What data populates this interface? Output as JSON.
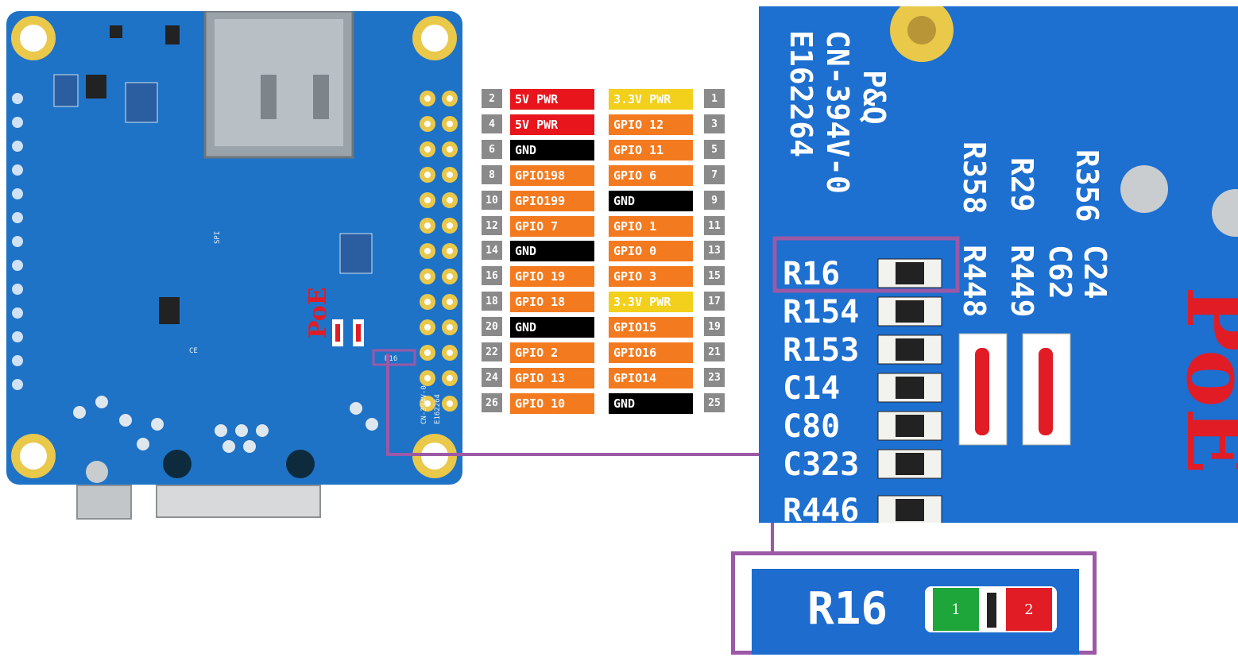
{
  "board": {
    "sd_label": "SPI",
    "poe_label": "PoE",
    "ce_label": "CE",
    "pinout_marker": "R16",
    "pcb_code": "E162264",
    "pcb_code2": "CN-394V-0"
  },
  "pinout": {
    "rows": [
      {
        "left_num": "2",
        "left_label": "5V PWR",
        "left_color": "#e8151d",
        "right_label": "3.3V PWR",
        "right_color": "#f2d01b",
        "right_num": "1"
      },
      {
        "left_num": "4",
        "left_label": "5V PWR",
        "left_color": "#e8151d",
        "right_label": "GPIO 12",
        "right_color": "#f47a1f",
        "right_num": "3"
      },
      {
        "left_num": "6",
        "left_label": "GND",
        "left_color": "#000000",
        "right_label": "GPIO 11",
        "right_color": "#f47a1f",
        "right_num": "5"
      },
      {
        "left_num": "8",
        "left_label": "GPIO198",
        "left_color": "#f47a1f",
        "right_label": "GPIO 6",
        "right_color": "#f47a1f",
        "right_num": "7"
      },
      {
        "left_num": "10",
        "left_label": "GPIO199",
        "left_color": "#f47a1f",
        "right_label": "GND",
        "right_color": "#000000",
        "right_num": "9"
      },
      {
        "left_num": "12",
        "left_label": "GPIO 7",
        "left_color": "#f47a1f",
        "right_label": "GPIO 1",
        "right_color": "#f47a1f",
        "right_num": "11"
      },
      {
        "left_num": "14",
        "left_label": "GND",
        "left_color": "#000000",
        "right_label": "GPIO 0",
        "right_color": "#f47a1f",
        "right_num": "13"
      },
      {
        "left_num": "16",
        "left_label": "GPIO 19",
        "left_color": "#f47a1f",
        "right_label": "GPIO 3",
        "right_color": "#f47a1f",
        "right_num": "15"
      },
      {
        "left_num": "18",
        "left_label": "GPIO 18",
        "left_color": "#f47a1f",
        "right_label": "3.3V PWR",
        "right_color": "#f2d01b",
        "right_num": "17"
      },
      {
        "left_num": "20",
        "left_label": "GND",
        "left_color": "#000000",
        "right_label": "GPIO15",
        "right_color": "#f47a1f",
        "right_num": "19"
      },
      {
        "left_num": "22",
        "left_label": "GPIO 2",
        "left_color": "#f47a1f",
        "right_label": "GPIO16",
        "right_color": "#f47a1f",
        "right_num": "21"
      },
      {
        "left_num": "24",
        "left_label": "GPIO 13",
        "left_color": "#f47a1f",
        "right_label": "GPIO14",
        "right_color": "#f47a1f",
        "right_num": "23"
      },
      {
        "left_num": "26",
        "left_label": "GPIO 10",
        "left_color": "#f47a1f",
        "right_label": "GND",
        "right_color": "#000000",
        "right_num": "25"
      }
    ]
  },
  "zoom": {
    "component_labels": [
      "R16",
      "R154",
      "R153",
      "C14",
      "C80",
      "C323",
      "R446"
    ],
    "vertical_labels": [
      "R358",
      "R29",
      "R356",
      "R448",
      "R449",
      "C62",
      "C24"
    ],
    "pcb_text_1": "E162264",
    "pcb_text_2": "CN-394V-0",
    "pcb_text_3": "P&Q",
    "poe_label": "PoE"
  },
  "closeup": {
    "label": "R16",
    "pad1_label": "1",
    "pad2_label": "2",
    "pad1_color": "#1fa63a",
    "pad2_color": "#e21c25"
  },
  "colors": {
    "highlight": "#9b59a6",
    "board_blue": "#1f73c6",
    "zoom_blue": "#1d6fd0"
  }
}
